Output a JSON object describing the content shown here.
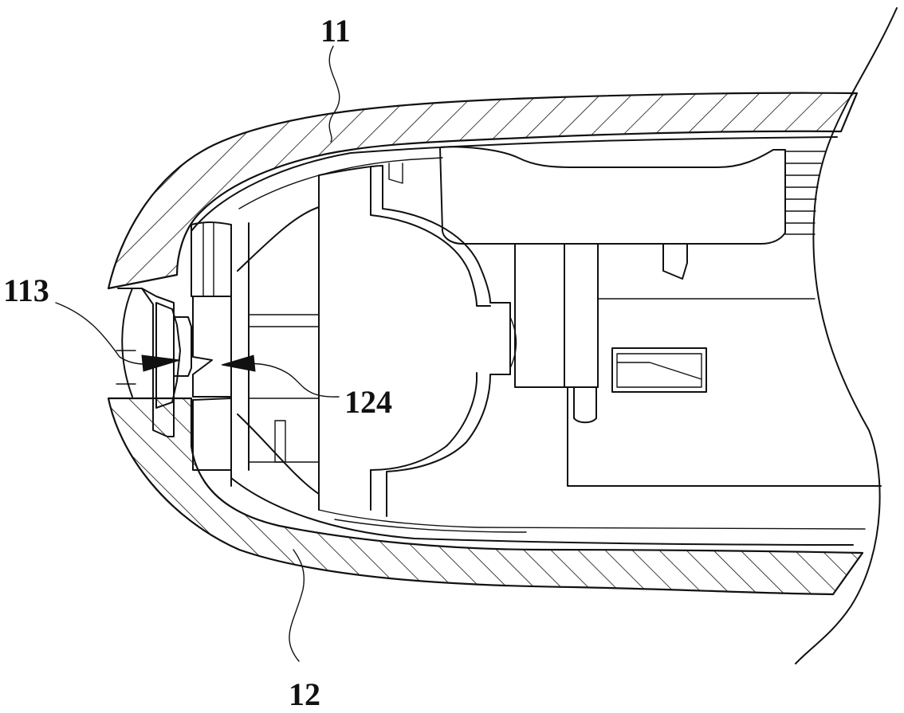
{
  "figure": {
    "reference_labels": {
      "upper_shell": "11",
      "contact_left": "113",
      "contact_right": "124",
      "lower_shell": "12"
    },
    "colors": {
      "line": "#111111",
      "background": "#ffffff"
    }
  }
}
